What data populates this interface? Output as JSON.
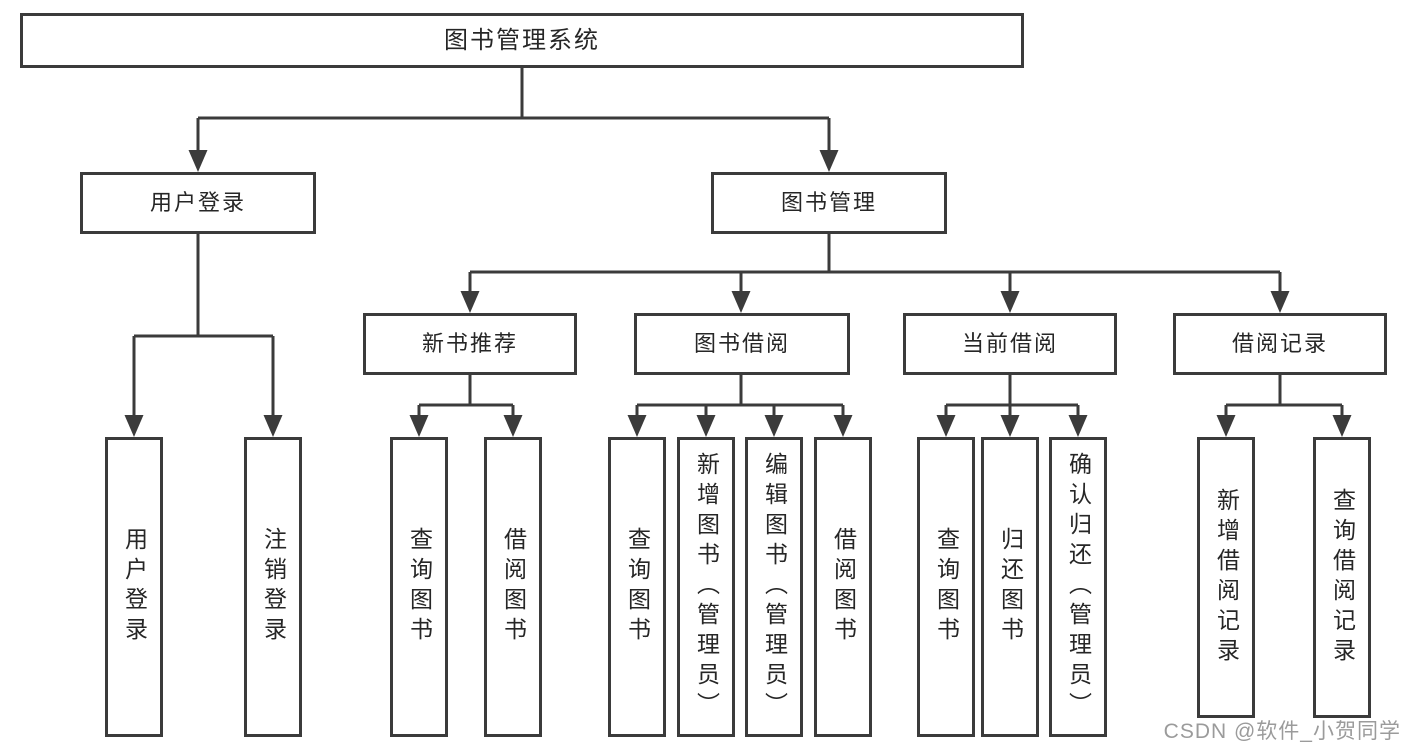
{
  "diagram": {
    "root_label": "图书管理系统",
    "level2": [
      {
        "label": "用户登录"
      },
      {
        "label": "图书管理"
      }
    ],
    "level3": [
      {
        "label": "新书推荐"
      },
      {
        "label": "图书借阅"
      },
      {
        "label": "当前借阅"
      },
      {
        "label": "借阅记录"
      }
    ],
    "leaves": {
      "user_login": [
        "用户登录",
        "注销登录"
      ],
      "new_book": [
        "查询图书",
        "借阅图书"
      ],
      "book_borrow": [
        "查询图书",
        "新增图书（管理员）",
        "编辑图书（管理员）",
        "借阅图书"
      ],
      "current_borrow": [
        "查询图书",
        "归还图书",
        "确认归还（管理员）"
      ],
      "borrow_records": [
        "新增借阅记录",
        "查询借阅记录"
      ]
    },
    "watermark": "CSDN @软件_小贺同学",
    "colors": {
      "line": "#3b3b3b",
      "box_border": "#3b3b3b",
      "box_fill": "#ffffff",
      "text": "#262626",
      "watermark": "#9b9b9b",
      "background": "#ffffff"
    }
  }
}
